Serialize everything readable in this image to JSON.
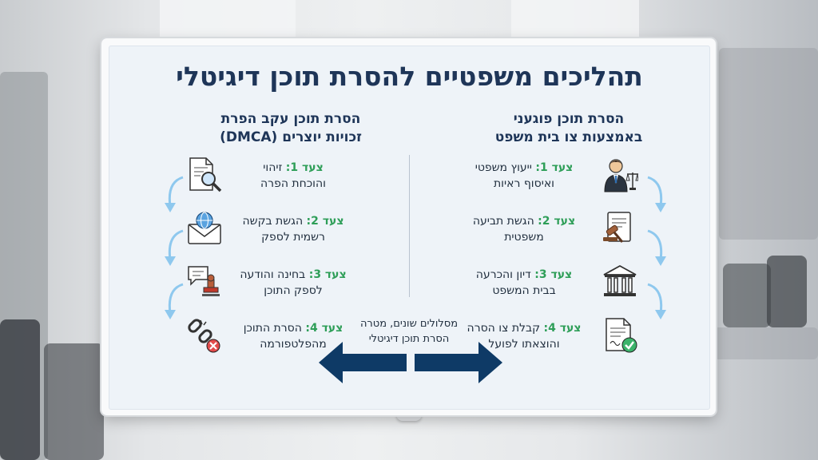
{
  "title": "תהליכים משפטיים להסרת תוכן דיגיטלי",
  "right_column": {
    "heading_line1": "הסרת תוכן פוגעני",
    "heading_line2": "באמצעות צו בית משפט",
    "steps": [
      {
        "label": "צעד 1:",
        "line1": "ייעוץ משפטי",
        "line2": "ואיסוף ראיות",
        "icon": "lawyer-icon"
      },
      {
        "label": "צעד 2:",
        "line1": "הגשת תביעה",
        "line2": "משפטית",
        "icon": "lawsuit-gavel-icon"
      },
      {
        "label": "צעד 3:",
        "line1": "דיון והכרעה",
        "line2": "בבית המשפט",
        "icon": "courthouse-icon"
      },
      {
        "label": "צעד 4:",
        "line1": "קבלת צו הסרה",
        "line2": "והוצאתו לפועל",
        "icon": "approved-document-icon"
      }
    ]
  },
  "left_column": {
    "heading_line1": "הסרת תוכן עקב הפרת",
    "heading_line2": "זכויות יוצרים (DMCA)",
    "steps": [
      {
        "label": "צעד 1:",
        "line1": "זיהוי",
        "line2": "והוכחת הפרה",
        "icon": "document-search-icon"
      },
      {
        "label": "צעד 2:",
        "line1": "הגשת בקשה",
        "line2": "רשמית לספק",
        "icon": "email-globe-icon"
      },
      {
        "label": "צעד 3:",
        "line1": "בחינה והודעה",
        "line2": "לספק התוכן",
        "icon": "chat-stamp-icon"
      },
      {
        "label": "צעד 4:",
        "line1": "הסרת התוכן",
        "line2": "מהפלטפורמה",
        "icon": "broken-link-icon"
      }
    ]
  },
  "center": {
    "line1": "מסלולים שונים, מטרה",
    "line2": "הסרת תוכן דיגיטלי"
  },
  "colors": {
    "title": "#1e3558",
    "step_label": "#2e9e58",
    "arrow": "#0e3a66",
    "curl_arrow": "#8ec8ee"
  }
}
